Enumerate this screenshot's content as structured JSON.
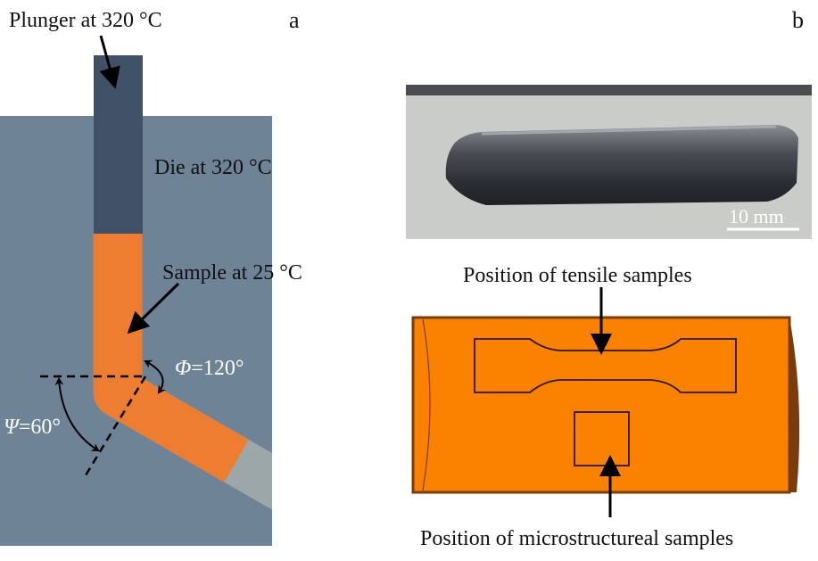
{
  "panel_a": {
    "label": "a",
    "plunger_label": "Plunger at 320 °C",
    "die_label": "Die at 320 °C",
    "sample_label": "Sample at 25 °C",
    "phi_symbol": "Φ",
    "phi_value": "=120°",
    "psi_symbol": "Ψ",
    "psi_value": "=60°"
  },
  "panel_b": {
    "label": "b",
    "scale_bar": "10 mm",
    "tensile_label": "Position of tensile samples",
    "micro_label": "Position of microstructureal samples"
  },
  "colors": {
    "die": "#6e8396",
    "plunger": "#3f5067",
    "sample": "#ed7d31",
    "channel_empty": "#9ba8a7",
    "billet": "#fb8200",
    "billet_edge": "#7a3c0a"
  }
}
